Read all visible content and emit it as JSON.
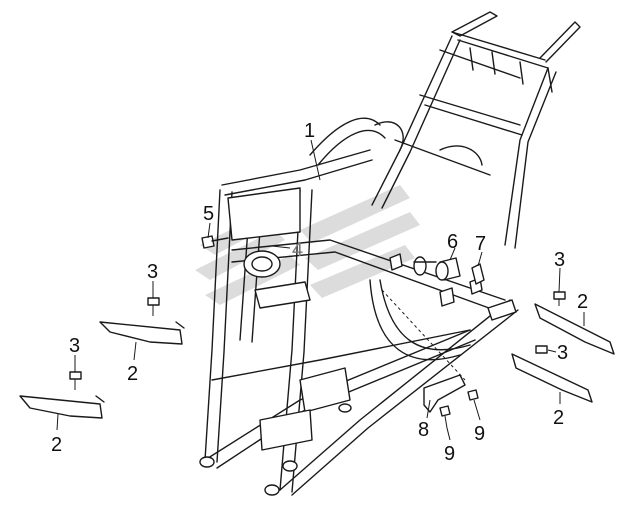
{
  "callouts": [
    {
      "id": "c1",
      "label": "1"
    },
    {
      "id": "c5",
      "label": "5"
    },
    {
      "id": "c4",
      "label": "4"
    },
    {
      "id": "c6",
      "label": "6"
    },
    {
      "id": "c7",
      "label": "7"
    },
    {
      "id": "c3a",
      "label": "3"
    },
    {
      "id": "c3b",
      "label": "3"
    },
    {
      "id": "c3c",
      "label": "3"
    },
    {
      "id": "c3d",
      "label": "3"
    },
    {
      "id": "c2a",
      "label": "2"
    },
    {
      "id": "c2b",
      "label": "2"
    },
    {
      "id": "c2c",
      "label": "2"
    },
    {
      "id": "c2d",
      "label": "2"
    },
    {
      "id": "c8",
      "label": "8"
    },
    {
      "id": "c9a",
      "label": "9"
    },
    {
      "id": "c9b",
      "label": "9"
    }
  ],
  "parts": {
    "frame": "main-frame",
    "brackets": [
      "bracket-left-upper",
      "bracket-left-lower",
      "bracket-right-upper",
      "bracket-right-lower"
    ],
    "bolts": [
      "bolt-left-upper",
      "bolt-left-lower",
      "bolt-right-upper",
      "bolt-right-lower"
    ],
    "bushing": "frame-bushing",
    "clip": "frame-clip",
    "mount_plate": "mount-plate",
    "screws": [
      "screw-a",
      "screw-b"
    ],
    "bolt_5": "frame-bolt"
  }
}
